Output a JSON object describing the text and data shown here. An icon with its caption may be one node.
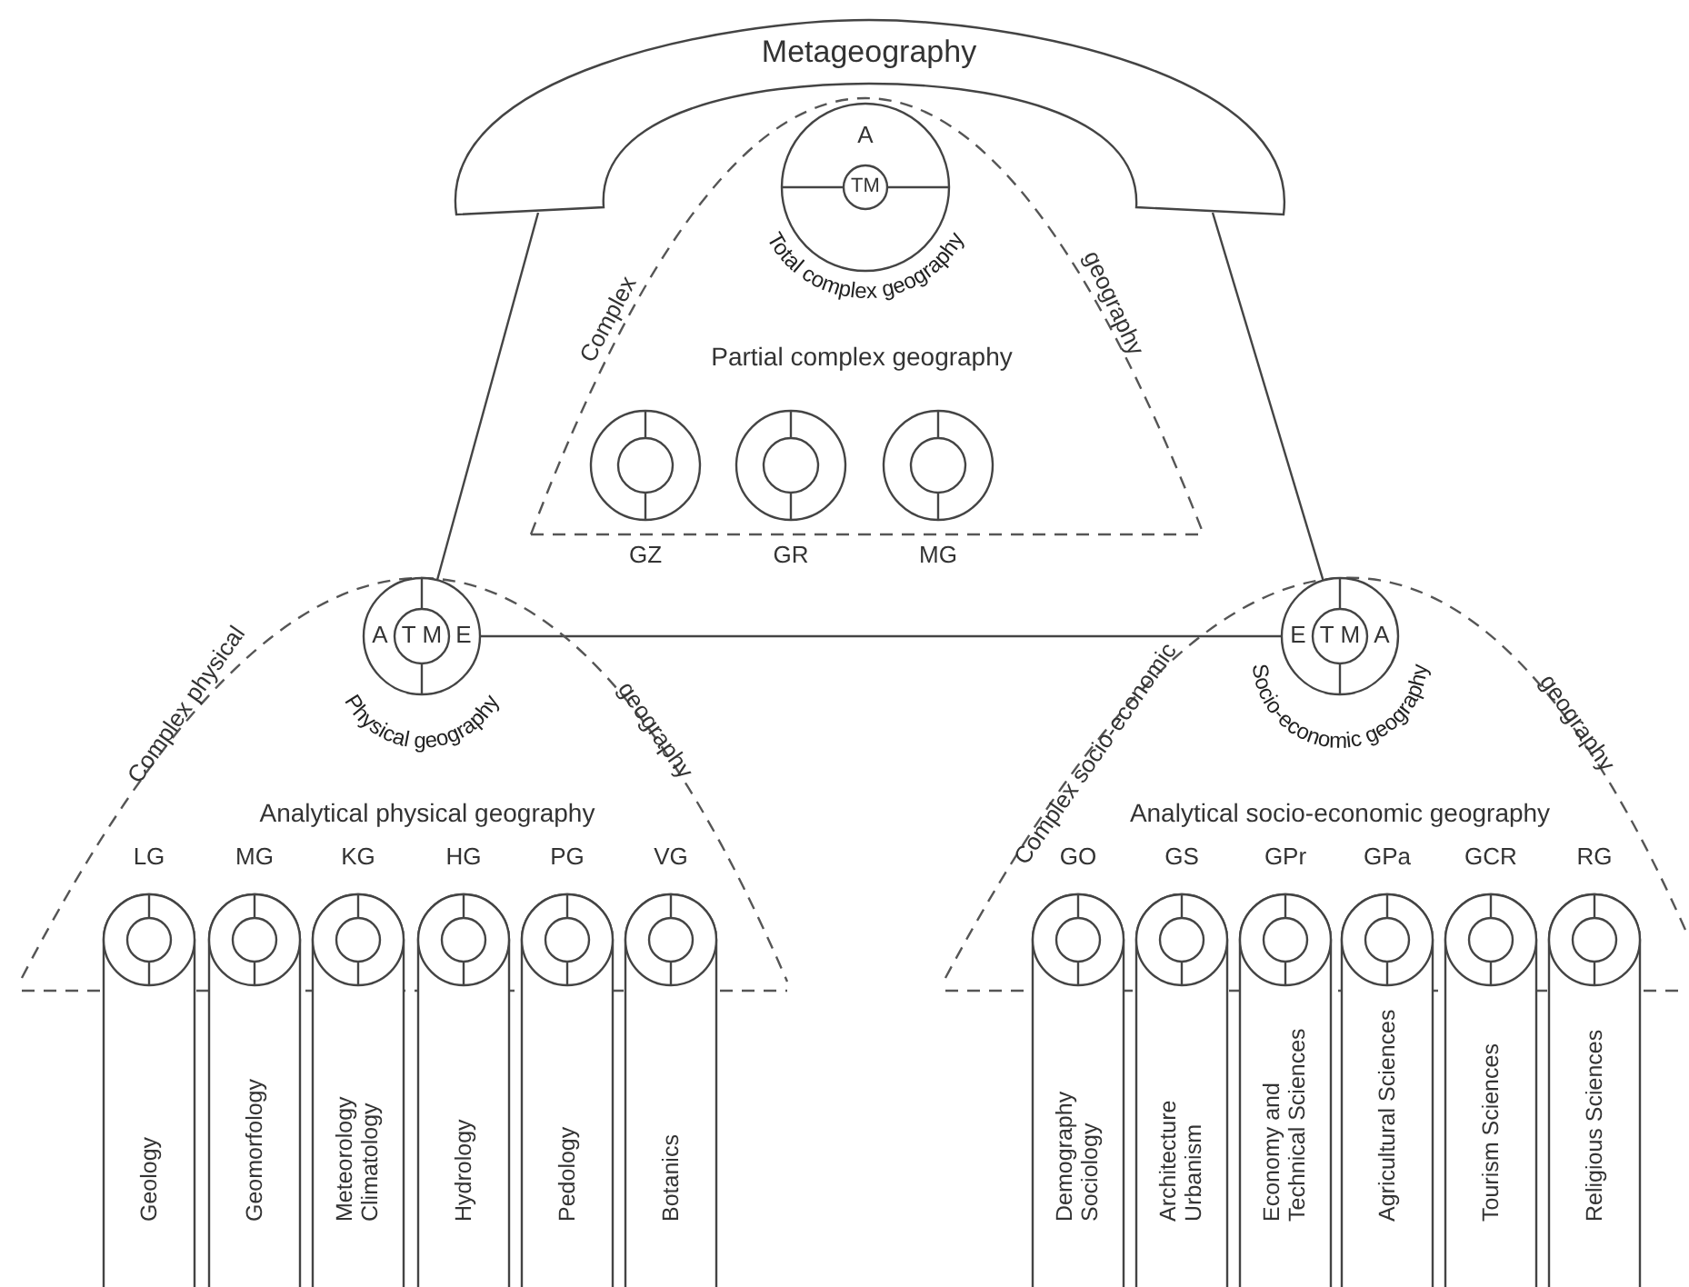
{
  "diagram": {
    "nodes": [
      {
        "text": [
          "Metageography"
        ]
      },
      {
        "text": [
          "Complex",
          "geography",
          "Partial complex geography"
        ]
      },
      {
        "text": [
          "A",
          "TM",
          "Total complex geography"
        ],
        "in": 1
      },
      {
        "text": [
          "GZ"
        ],
        "in": 1
      },
      {
        "text": [
          "GR"
        ],
        "in": 1
      },
      {
        "text": [
          "MG"
        ],
        "in": 1
      },
      {
        "text": [
          "Complex physical",
          "geography",
          "Analytical physical geography"
        ]
      },
      {
        "text": [
          "A",
          "T M",
          "E",
          "Physical geography"
        ],
        "in": 6
      },
      {
        "text": [
          "LG"
        ],
        "in": 6
      },
      {
        "text": [
          "MG"
        ],
        "in": 6
      },
      {
        "text": [
          "KG"
        ],
        "in": 6
      },
      {
        "text": [
          "HG"
        ],
        "in": 6
      },
      {
        "text": [
          "PG"
        ],
        "in": 6
      },
      {
        "text": [
          "VG"
        ],
        "in": 6
      },
      {
        "text": [
          "Complex socio-economic",
          "geography",
          "Analytical socio-economic geography"
        ]
      },
      {
        "text": [
          "E",
          "T M",
          "A",
          "Socio-economic geography"
        ],
        "in": 14
      },
      {
        "text": [
          "GO"
        ],
        "in": 14
      },
      {
        "text": [
          "GS"
        ],
        "in": 14
      },
      {
        "text": [
          "GPr"
        ],
        "in": 14
      },
      {
        "text": [
          "GPa"
        ],
        "in": 14
      },
      {
        "text": [
          "GCR"
        ],
        "in": 14
      },
      {
        "text": [
          "RG"
        ],
        "in": 14
      },
      {
        "text": [
          "Geology"
        ]
      },
      {
        "text": [
          "Geomorfology"
        ]
      },
      {
        "text": [
          "Meteorology Climatology"
        ]
      },
      {
        "text": [
          "Hydrology"
        ]
      },
      {
        "text": [
          "Pedology"
        ]
      },
      {
        "text": [
          "Botanics"
        ]
      },
      {
        "text": [
          "Demography Sociology"
        ]
      },
      {
        "text": [
          "Architecture Urbanism"
        ]
      },
      {
        "text": [
          "Economy and Technical Sciences"
        ]
      },
      {
        "text": [
          "Agricultural Sciences"
        ]
      },
      {
        "text": [
          "Tourism Sciences"
        ]
      },
      {
        "text": [
          "Religious Sciences"
        ]
      }
    ],
    "edges": [
      {
        "from": 0,
        "to": 7,
        "arrow": "none"
      },
      {
        "from": 0,
        "to": 15,
        "arrow": "none"
      },
      {
        "from": 7,
        "to": 15,
        "arrow": "none"
      }
    ]
  }
}
